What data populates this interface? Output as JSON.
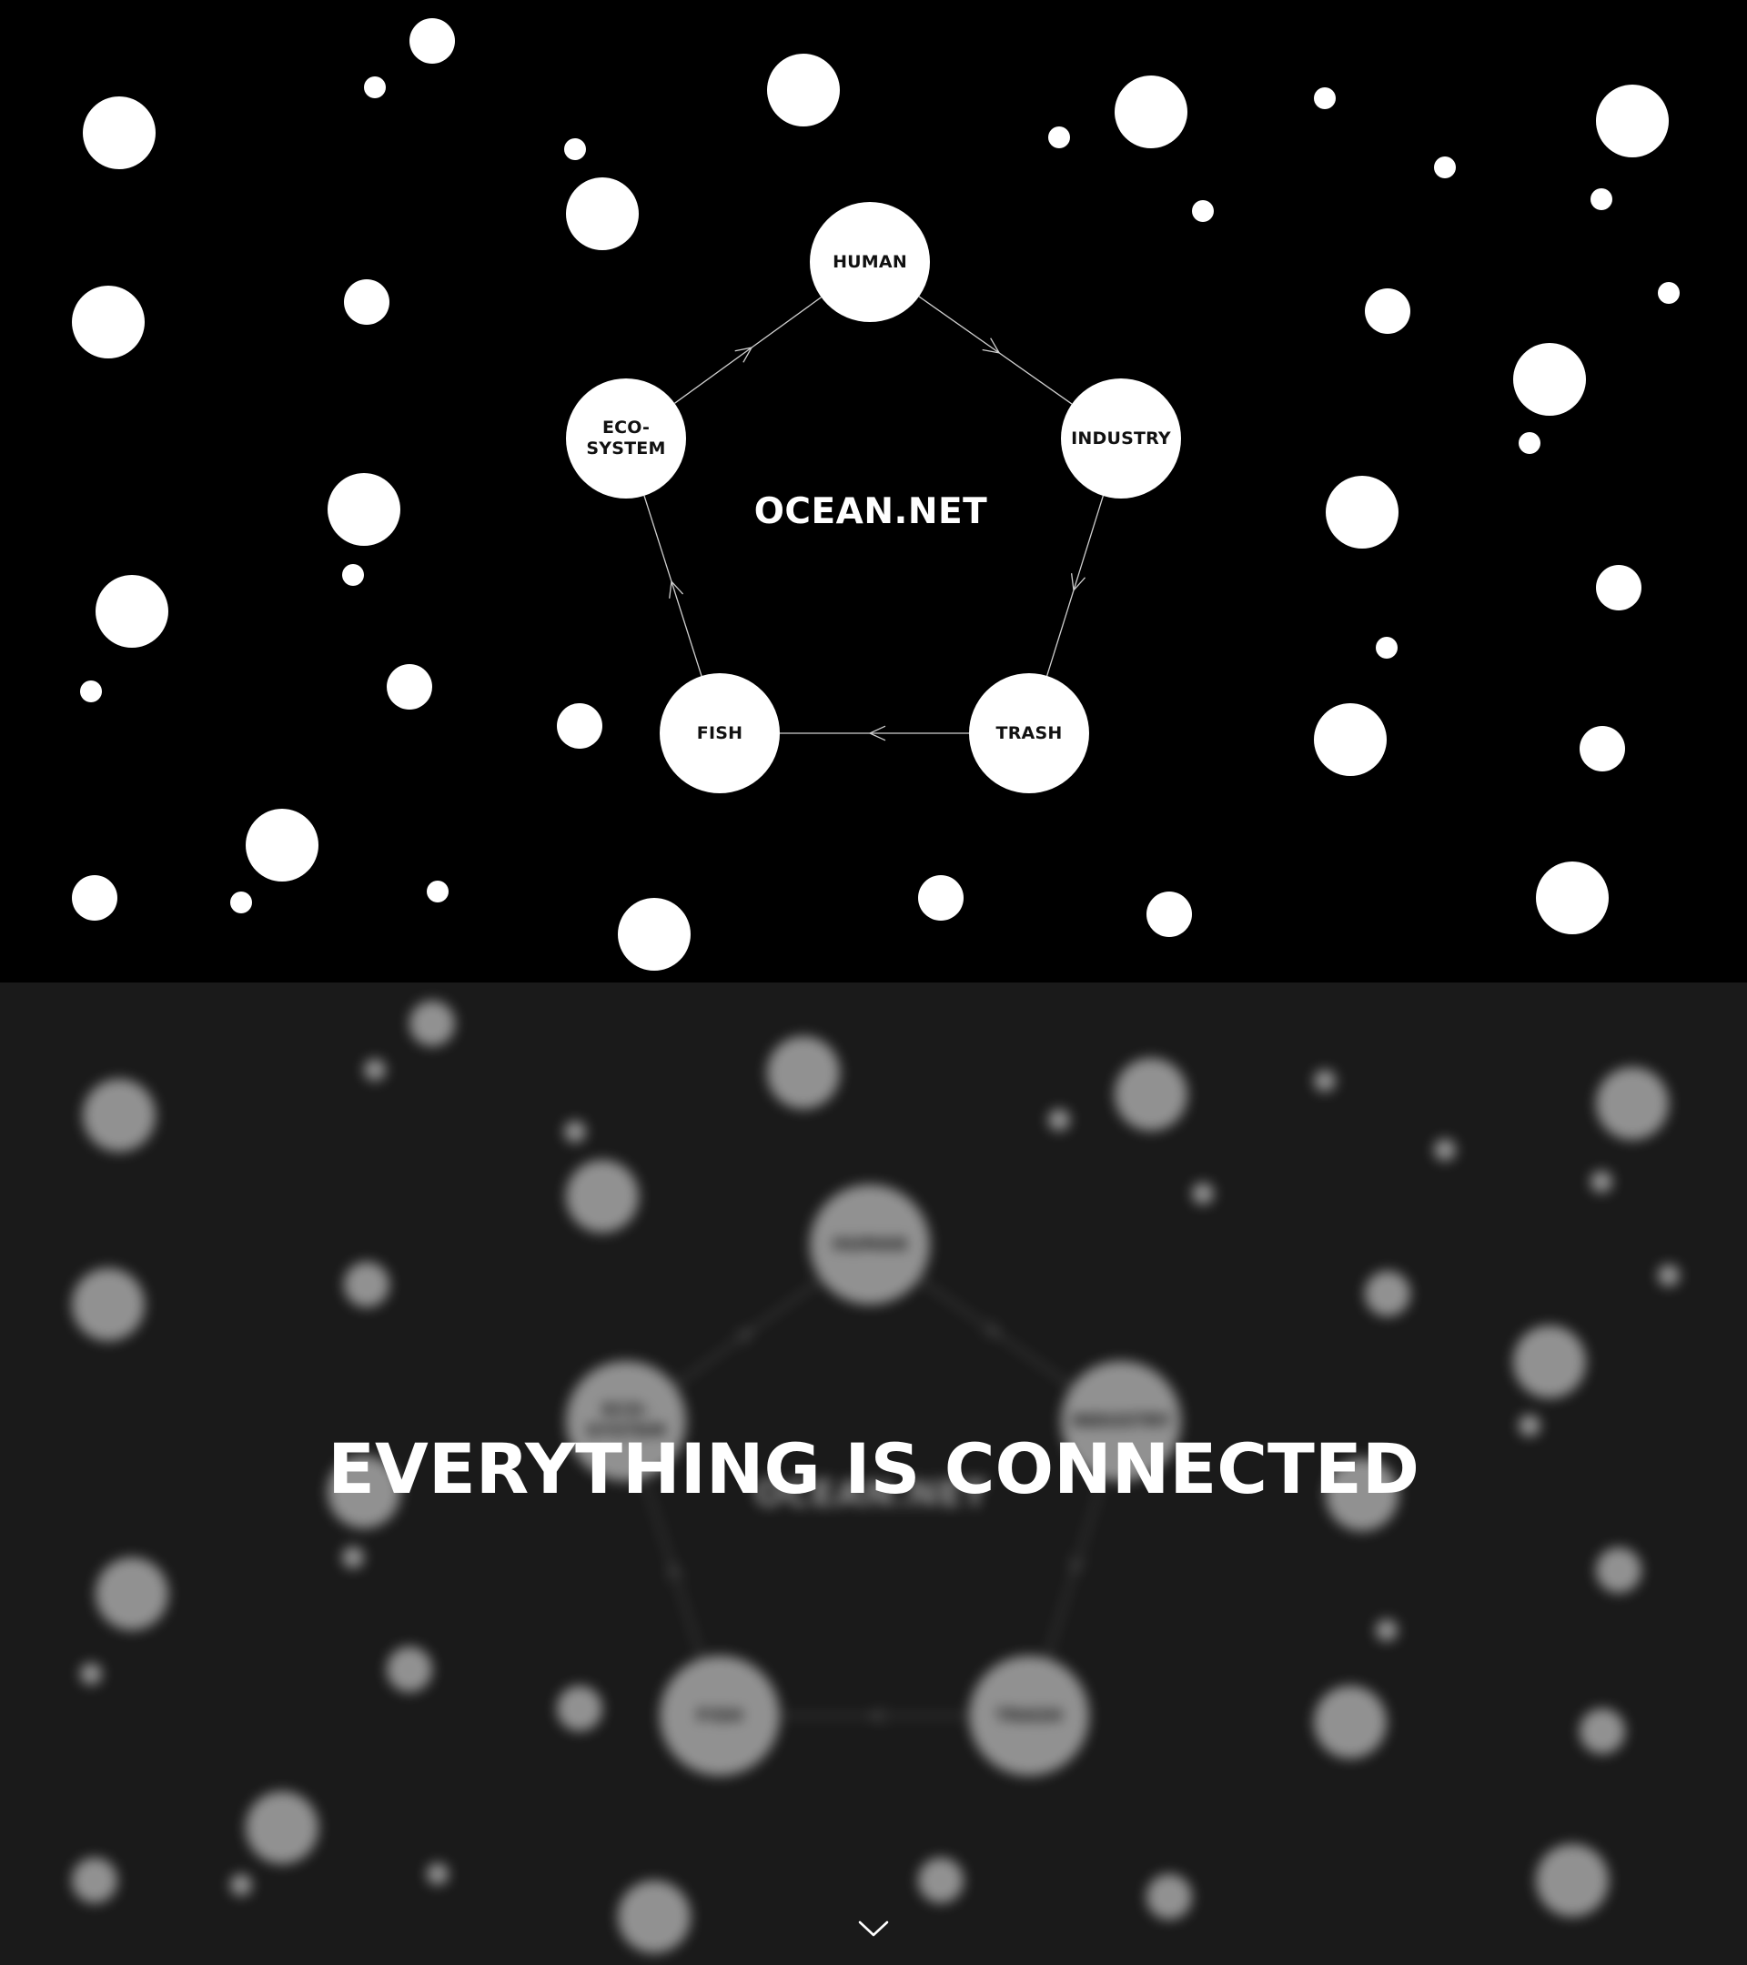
{
  "hero": {
    "title": "OCEAN.NET",
    "nodes": [
      {
        "id": "human",
        "label": "HUMAN"
      },
      {
        "id": "industry",
        "label": "INDUSTRY"
      },
      {
        "id": "trash",
        "label": "TRASH"
      },
      {
        "id": "fish",
        "label": "FISH"
      },
      {
        "id": "ecosystem",
        "label": "ECO-\nSYSTEM"
      }
    ]
  },
  "intro": {
    "headline": "EVERYTHING IS CONNECTED",
    "scroll_icon": "chevron-down-icon"
  },
  "colors": {
    "background_top": "#000000",
    "background_bottom": "#1a1a1a",
    "foreground": "#ffffff",
    "node_text": "#111111"
  }
}
